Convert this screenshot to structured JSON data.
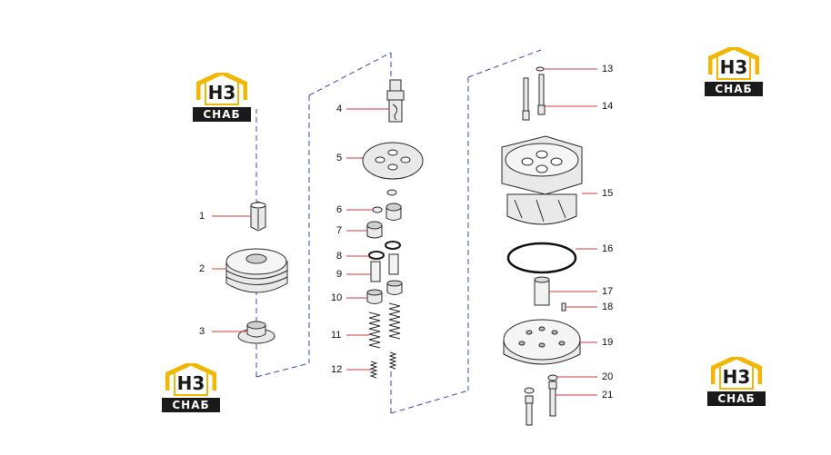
{
  "callouts": [
    "1",
    "2",
    "3",
    "4",
    "5",
    "6",
    "7",
    "8",
    "9",
    "10",
    "11",
    "12",
    "13",
    "14",
    "15",
    "16",
    "17",
    "18",
    "19",
    "20",
    "21"
  ],
  "logo": {
    "mark": "H3",
    "text": "СНАБ",
    "accent": "#f2b705",
    "dark": "#1a1a1a"
  },
  "colors": {
    "leader": "#d43a3a",
    "dashed": "#3b4aa8",
    "outline": "#2a2a2a",
    "part_fill": "#e9e9e9"
  }
}
